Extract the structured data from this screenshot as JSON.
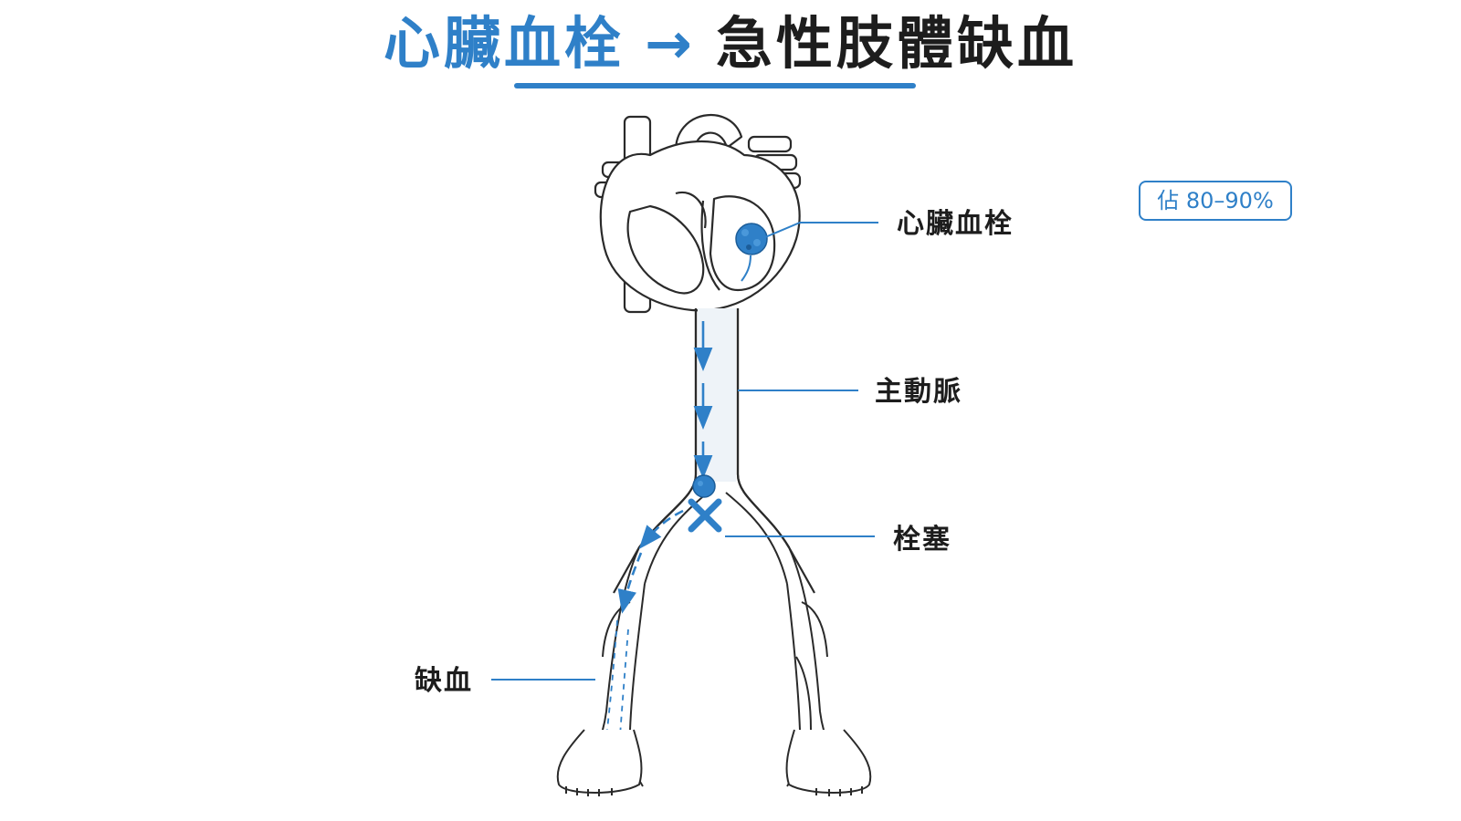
{
  "title": {
    "part1": "心臟血栓",
    "arrow": "→",
    "part2": "急性肢體缺血"
  },
  "labels": {
    "cardiac_thrombus": "心臟血栓",
    "aorta": "主動脈",
    "embolism": "栓塞",
    "ischemia": "缺血"
  },
  "badge": "佔 80–90%",
  "colors": {
    "accent": "#2f80c8",
    "text": "#1d1d1d",
    "outline": "#2a2a2a",
    "vessel_fill": "#eef3f8"
  }
}
